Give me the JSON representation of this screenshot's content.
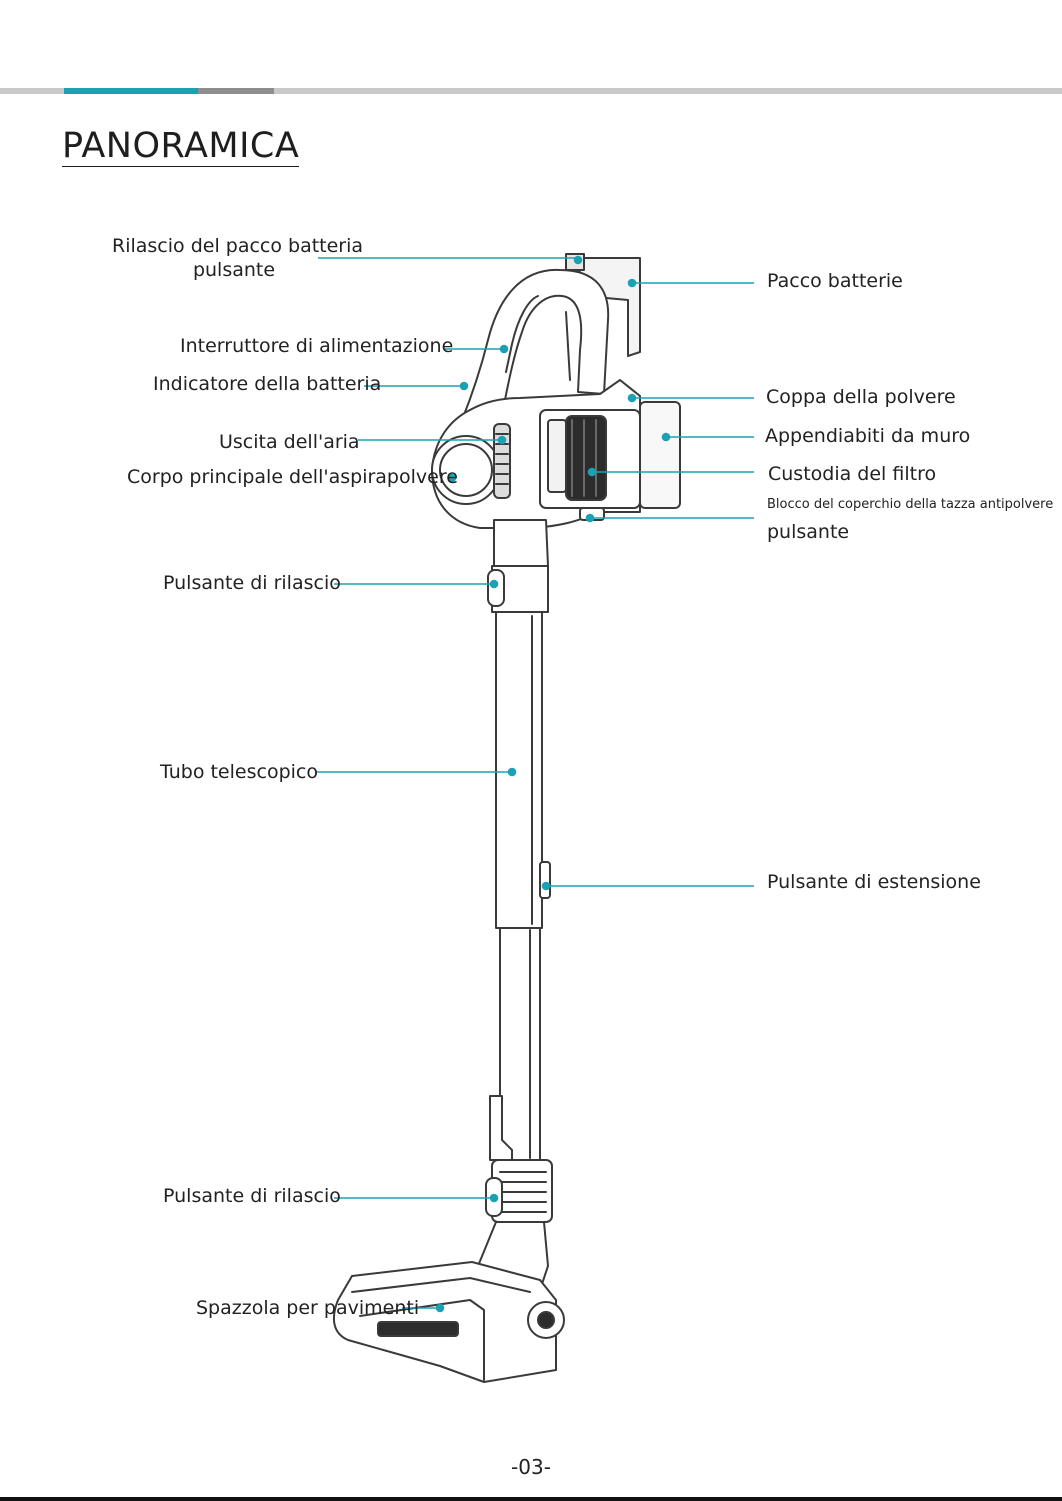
{
  "page": {
    "title": "PANORAMICA",
    "page_number": "-03-"
  },
  "colors": {
    "accent": "#1aa2b4",
    "bar_grey": "#c9c9c9",
    "bar_dark": "#8d8d8d",
    "line": "#1aa2b4",
    "drawing": "#3a3a3a"
  },
  "labels": {
    "battery_release_line1": "Rilascio del pacco batteria",
    "battery_release_line2": "pulsante",
    "power_switch": "Interruttore di alimentazione",
    "battery_indicator": "Indicatore della batteria",
    "air_outlet": "Uscita dell'aria",
    "main_body": "Corpo principale dell'aspirapolvere",
    "release_button_top": "Pulsante di rilascio",
    "telescopic_tube": "Tubo telescopico",
    "release_button_bottom": "Pulsante di rilascio",
    "floor_brush": "Spazzola per pavimenti",
    "battery_pack": "Pacco batterie",
    "dust_cup": "Coppa della polvere",
    "wall_hanger": "Appendiabiti da muro",
    "filter_housing": "Custodia del filtro",
    "dust_cup_lock_line1": "Blocco del coperchio della tazza antipolvere",
    "dust_cup_lock_line2": "pulsante",
    "extension_button": "Pulsante di estensione"
  }
}
